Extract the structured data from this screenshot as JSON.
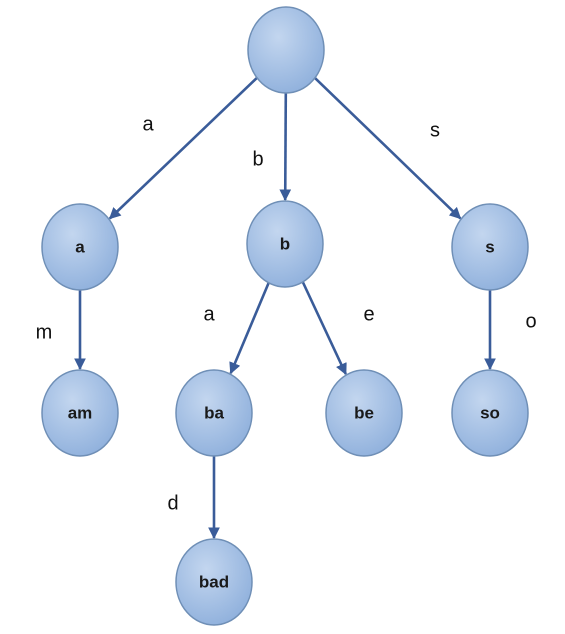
{
  "diagram": {
    "colors": {
      "node_fill_light": "#c3d6ef",
      "node_fill_dark": "#8fb0dc",
      "node_stroke": "#6f8fb6",
      "edge_color": "#3a5c99",
      "text_color": "#111111"
    },
    "nodes": [
      {
        "id": "root",
        "label": ""
      },
      {
        "id": "a",
        "label": "a"
      },
      {
        "id": "b",
        "label": "b"
      },
      {
        "id": "s",
        "label": "s"
      },
      {
        "id": "am",
        "label": "am"
      },
      {
        "id": "ba",
        "label": "ba"
      },
      {
        "id": "be",
        "label": "be"
      },
      {
        "id": "so",
        "label": "so"
      },
      {
        "id": "bad",
        "label": "bad"
      }
    ],
    "edges": [
      {
        "from": "root",
        "to": "a",
        "label": "a"
      },
      {
        "from": "root",
        "to": "b",
        "label": "b"
      },
      {
        "from": "root",
        "to": "s",
        "label": "s"
      },
      {
        "from": "a",
        "to": "am",
        "label": "m"
      },
      {
        "from": "b",
        "to": "ba",
        "label": "a"
      },
      {
        "from": "b",
        "to": "be",
        "label": "e"
      },
      {
        "from": "s",
        "to": "so",
        "label": "o"
      },
      {
        "from": "ba",
        "to": "bad",
        "label": "d"
      }
    ]
  }
}
